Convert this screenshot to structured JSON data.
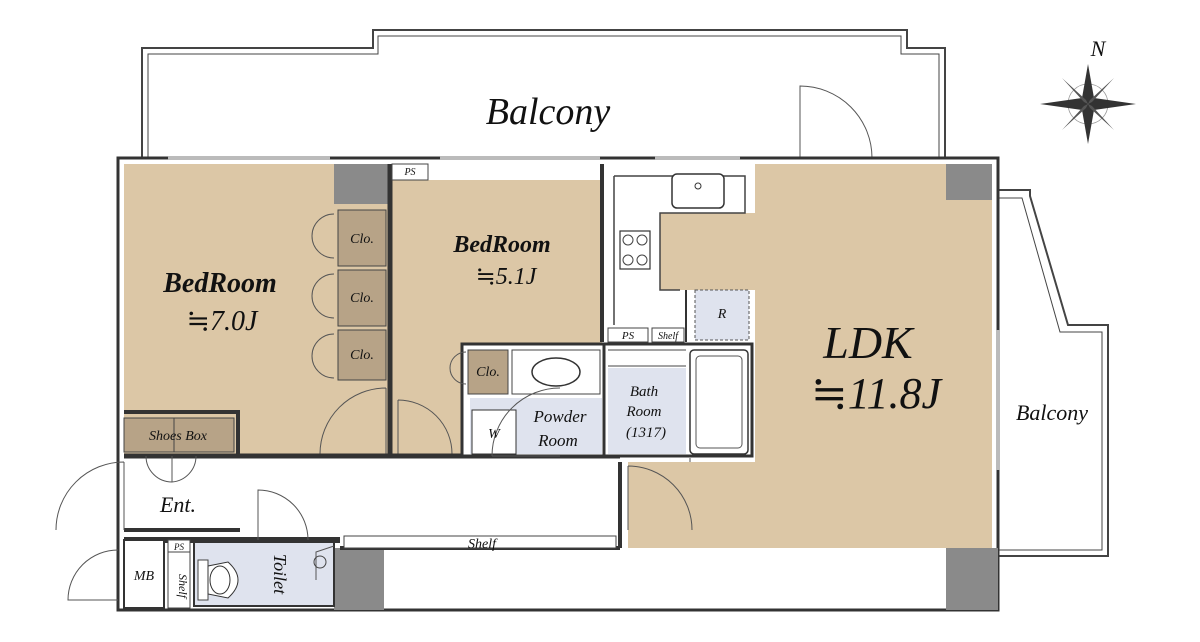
{
  "rooms": {
    "balcony_top": "Balcony",
    "balcony_right": "Balcony",
    "bedroom1_name": "BedRoom",
    "bedroom1_size": "≒7.0J",
    "bedroom2_name": "BedRoom",
    "bedroom2_size": "≒5.1J",
    "ldk_name": "LDK",
    "ldk_size": "≒11.8J",
    "powder_line1": "Powder",
    "powder_line2": "Room",
    "bath_line1": "Bath",
    "bath_line2": "Room",
    "bath_line3": "(1317)",
    "toilet": "Toilet",
    "entrance": "Ent.",
    "shoes_box": "Shoes Box",
    "mb": "MB",
    "shelf_vertical": "Shelf",
    "shelf_hall": "Shelf",
    "shelf_kitchen": "Shelf",
    "closet1": "Clo.",
    "closet2": "Clo.",
    "closet3": "Clo.",
    "closet4": "Clo.",
    "ps1": "PS",
    "ps2": "PS",
    "ps3": "PS",
    "washer": "W",
    "fridge": "R"
  },
  "compass": {
    "north_label": "N"
  },
  "colors": {
    "floor": "#dcc7a6",
    "wet_area": "#dfe3ee",
    "column": "#8a8a8a",
    "closet": "#b7a387"
  }
}
